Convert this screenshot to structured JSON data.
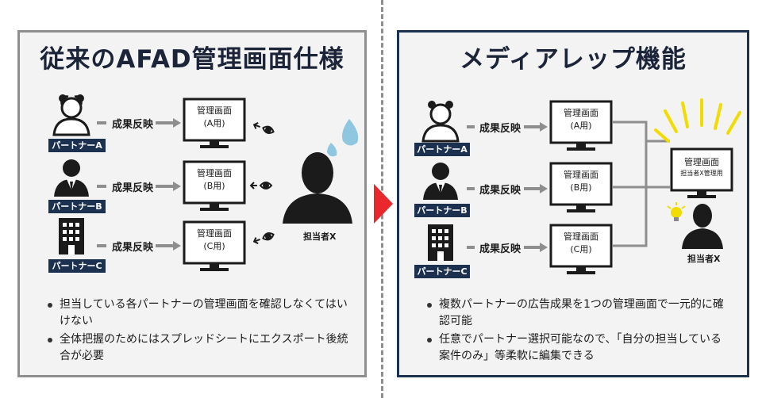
{
  "left": {
    "title": "従来のAFAD管理画面仕様",
    "rows": [
      {
        "partner": "パートナーA",
        "action": "成果反映",
        "screen": "管理画面",
        "sub": "(A用)"
      },
      {
        "partner": "パートナーB",
        "action": "成果反映",
        "screen": "管理画面",
        "sub": "(B用)"
      },
      {
        "partner": "パートナーC",
        "action": "成果反映",
        "screen": "管理画面",
        "sub": "(C用)"
      }
    ],
    "person": "担当者X",
    "bullets": [
      "担当している各パートナーの管理画面を確認しなくてはいけない",
      "全体把握のためにはスプレッドシートにエクスポート後統合が必要"
    ]
  },
  "right": {
    "title": "メディアレップ機能",
    "rows": [
      {
        "partner": "パートナーA",
        "action": "成果反映",
        "screen": "管理画面",
        "sub": "(A用)"
      },
      {
        "partner": "パートナーB",
        "action": "成果反映",
        "screen": "管理画面",
        "sub": "(B用)"
      },
      {
        "partner": "パートナーC",
        "action": "成果反映",
        "screen": "管理画面",
        "sub": "(C用)"
      }
    ],
    "merged_screen": "管理画面",
    "merged_sub": "担当者X管理用",
    "person": "担当者X",
    "bullets": [
      "複数パートナーの広告成果を1つの管理画面で一元的に確認可能",
      "任意でパートナー選択可能なので、「自分の担当している案件のみ」等柔軟に編集できる"
    ]
  },
  "colors": {
    "navy": "#1c3150",
    "grey": "#8e8e8e",
    "red": "#e8282c",
    "yellow": "#f2dc00",
    "drop": "#8fc6e0"
  }
}
